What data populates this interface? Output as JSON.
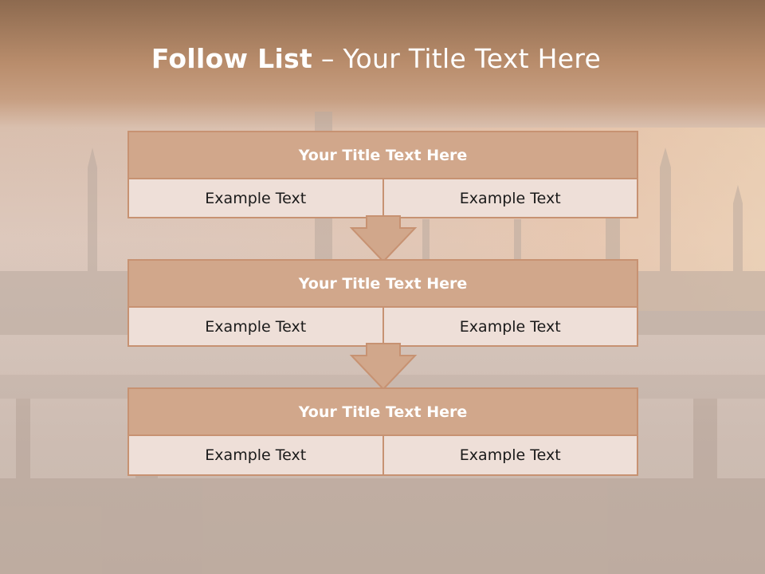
{
  "slide": {
    "title_bold": "Follow List",
    "title_rest": " – Your Title Text Here"
  },
  "blocks": [
    {
      "title": "Your Title Text Here",
      "left": "Example Text",
      "right": "Example Text"
    },
    {
      "title": "Your Title Text Here",
      "left": "Example Text",
      "right": "Example Text"
    },
    {
      "title": "Your Title Text Here",
      "left": "Example Text",
      "right": "Example Text"
    }
  ],
  "colors": {
    "header_fill": "#d1a78b",
    "row_fill": "#eedfd8",
    "border": "#c79272",
    "title_text": "#ffffff"
  }
}
